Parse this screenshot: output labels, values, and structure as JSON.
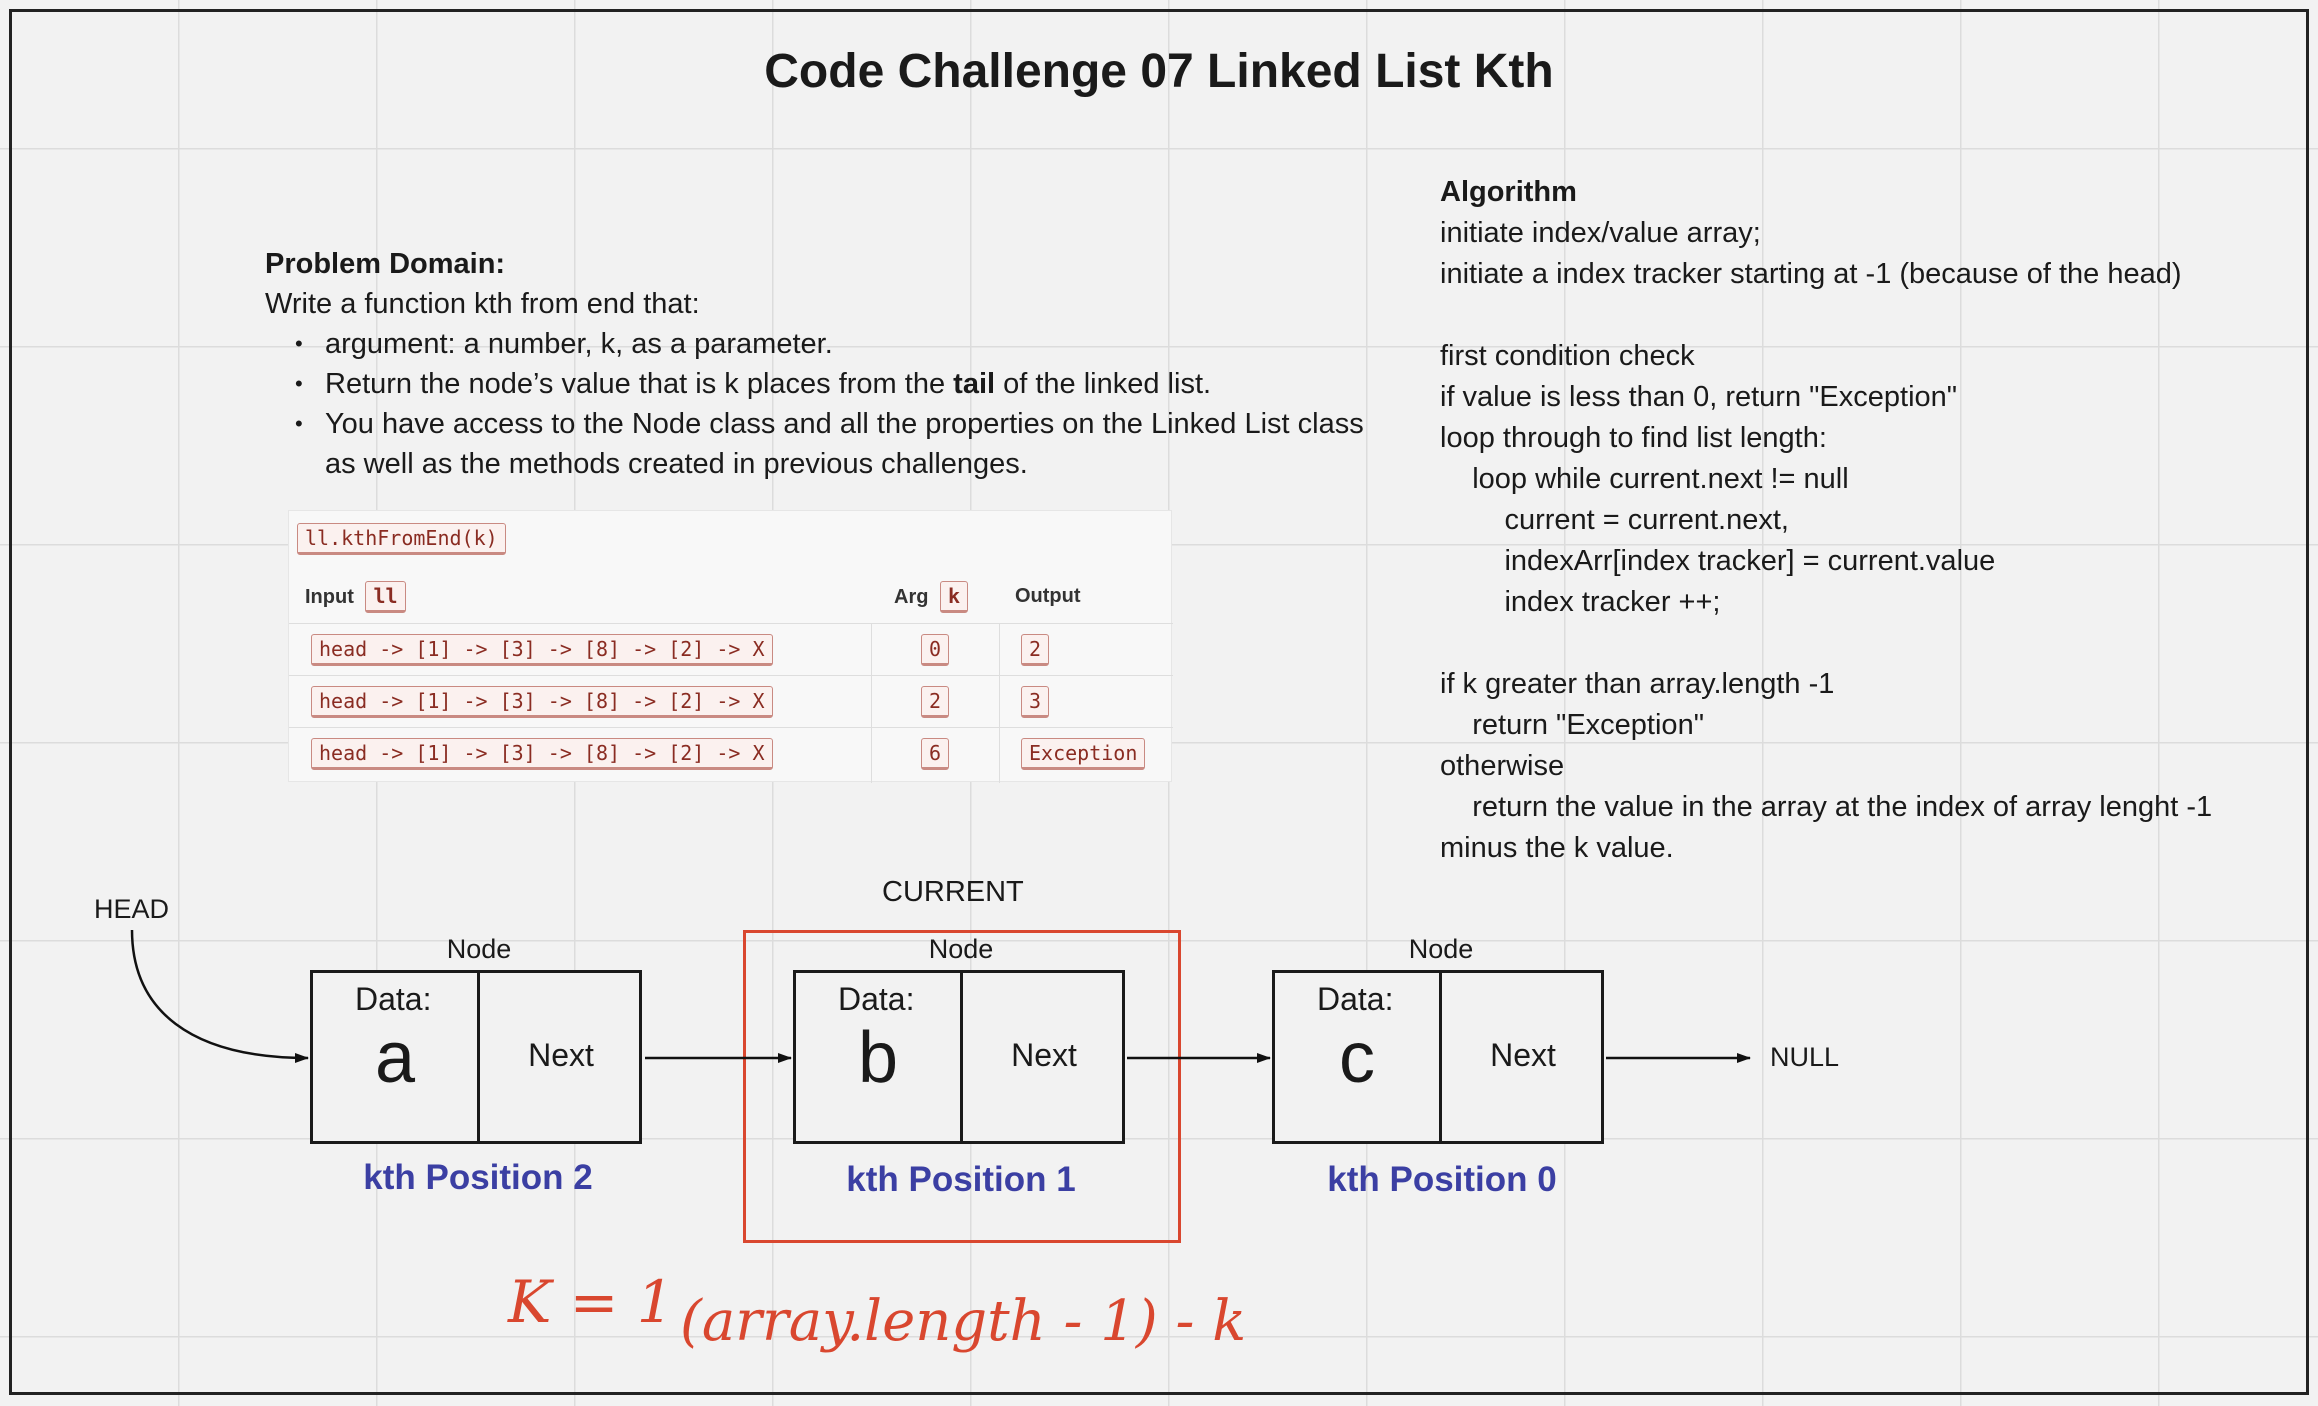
{
  "title": "Code Challenge 07 Linked List Kth",
  "problem": {
    "heading": "Problem Domain:",
    "intro": "Write a function kth from end that:",
    "bullets": {
      "b1": "argument: a number, k, as a parameter.",
      "b2_pre": "Return the node’s value that is k places from the ",
      "b2_bold": "tail",
      "b2_post": " of the linked list.",
      "b3": "You have access to the Node class and all the properties on the Linked List class as well as the methods created in previous challenges."
    }
  },
  "table": {
    "method": "ll.kthFromEnd(k)",
    "headers": {
      "input": "Input",
      "input_code": "ll",
      "arg": "Arg",
      "arg_code": "k",
      "output": "Output"
    },
    "rows": [
      {
        "input": "head -> [1] -> [3] -> [8] -> [2] -> X",
        "arg": "0",
        "output": "2"
      },
      {
        "input": "head -> [1] -> [3] -> [8] -> [2] -> X",
        "arg": "2",
        "output": "3"
      },
      {
        "input": "head -> [1] -> [3] -> [8] -> [2] -> X",
        "arg": "6",
        "output": "Exception"
      }
    ]
  },
  "algorithm": {
    "heading": "Algorithm",
    "lines": [
      "initiate index/value array;",
      "initiate a index tracker starting at -1 (because of the head)",
      "",
      "first condition check",
      "if value is less than 0, return \"Exception\"",
      "loop through to find list length:",
      "    loop while current.next != null",
      "        current = current.next,",
      "        indexArr[index tracker] = current.value",
      "        index tracker ++;",
      "",
      "if k greater than array.length -1",
      "    return \"Exception\"",
      "otherwise",
      "    return the value in the array at the index of array lenght -1",
      "minus the k value."
    ]
  },
  "diagram": {
    "head_label": "HEAD",
    "current_label": "CURRENT",
    "null_label": "NULL",
    "nodes": [
      {
        "label": "Node",
        "data_label": "Data:",
        "value": "a",
        "next_label": "Next",
        "kth": "kth Position 2"
      },
      {
        "label": "Node",
        "data_label": "Data:",
        "value": "b",
        "next_label": "Next",
        "kth": "kth Position 1"
      },
      {
        "label": "Node",
        "data_label": "Data:",
        "value": "c",
        "next_label": "Next",
        "kth": "kth Position 0"
      }
    ],
    "handwriting": {
      "k_eq": "K = 1",
      "formula": "(array.length - 1) - k"
    }
  },
  "colors": {
    "kth": "#3b3fa3",
    "highlight": "#d9472f",
    "code": "#8a2c22"
  }
}
